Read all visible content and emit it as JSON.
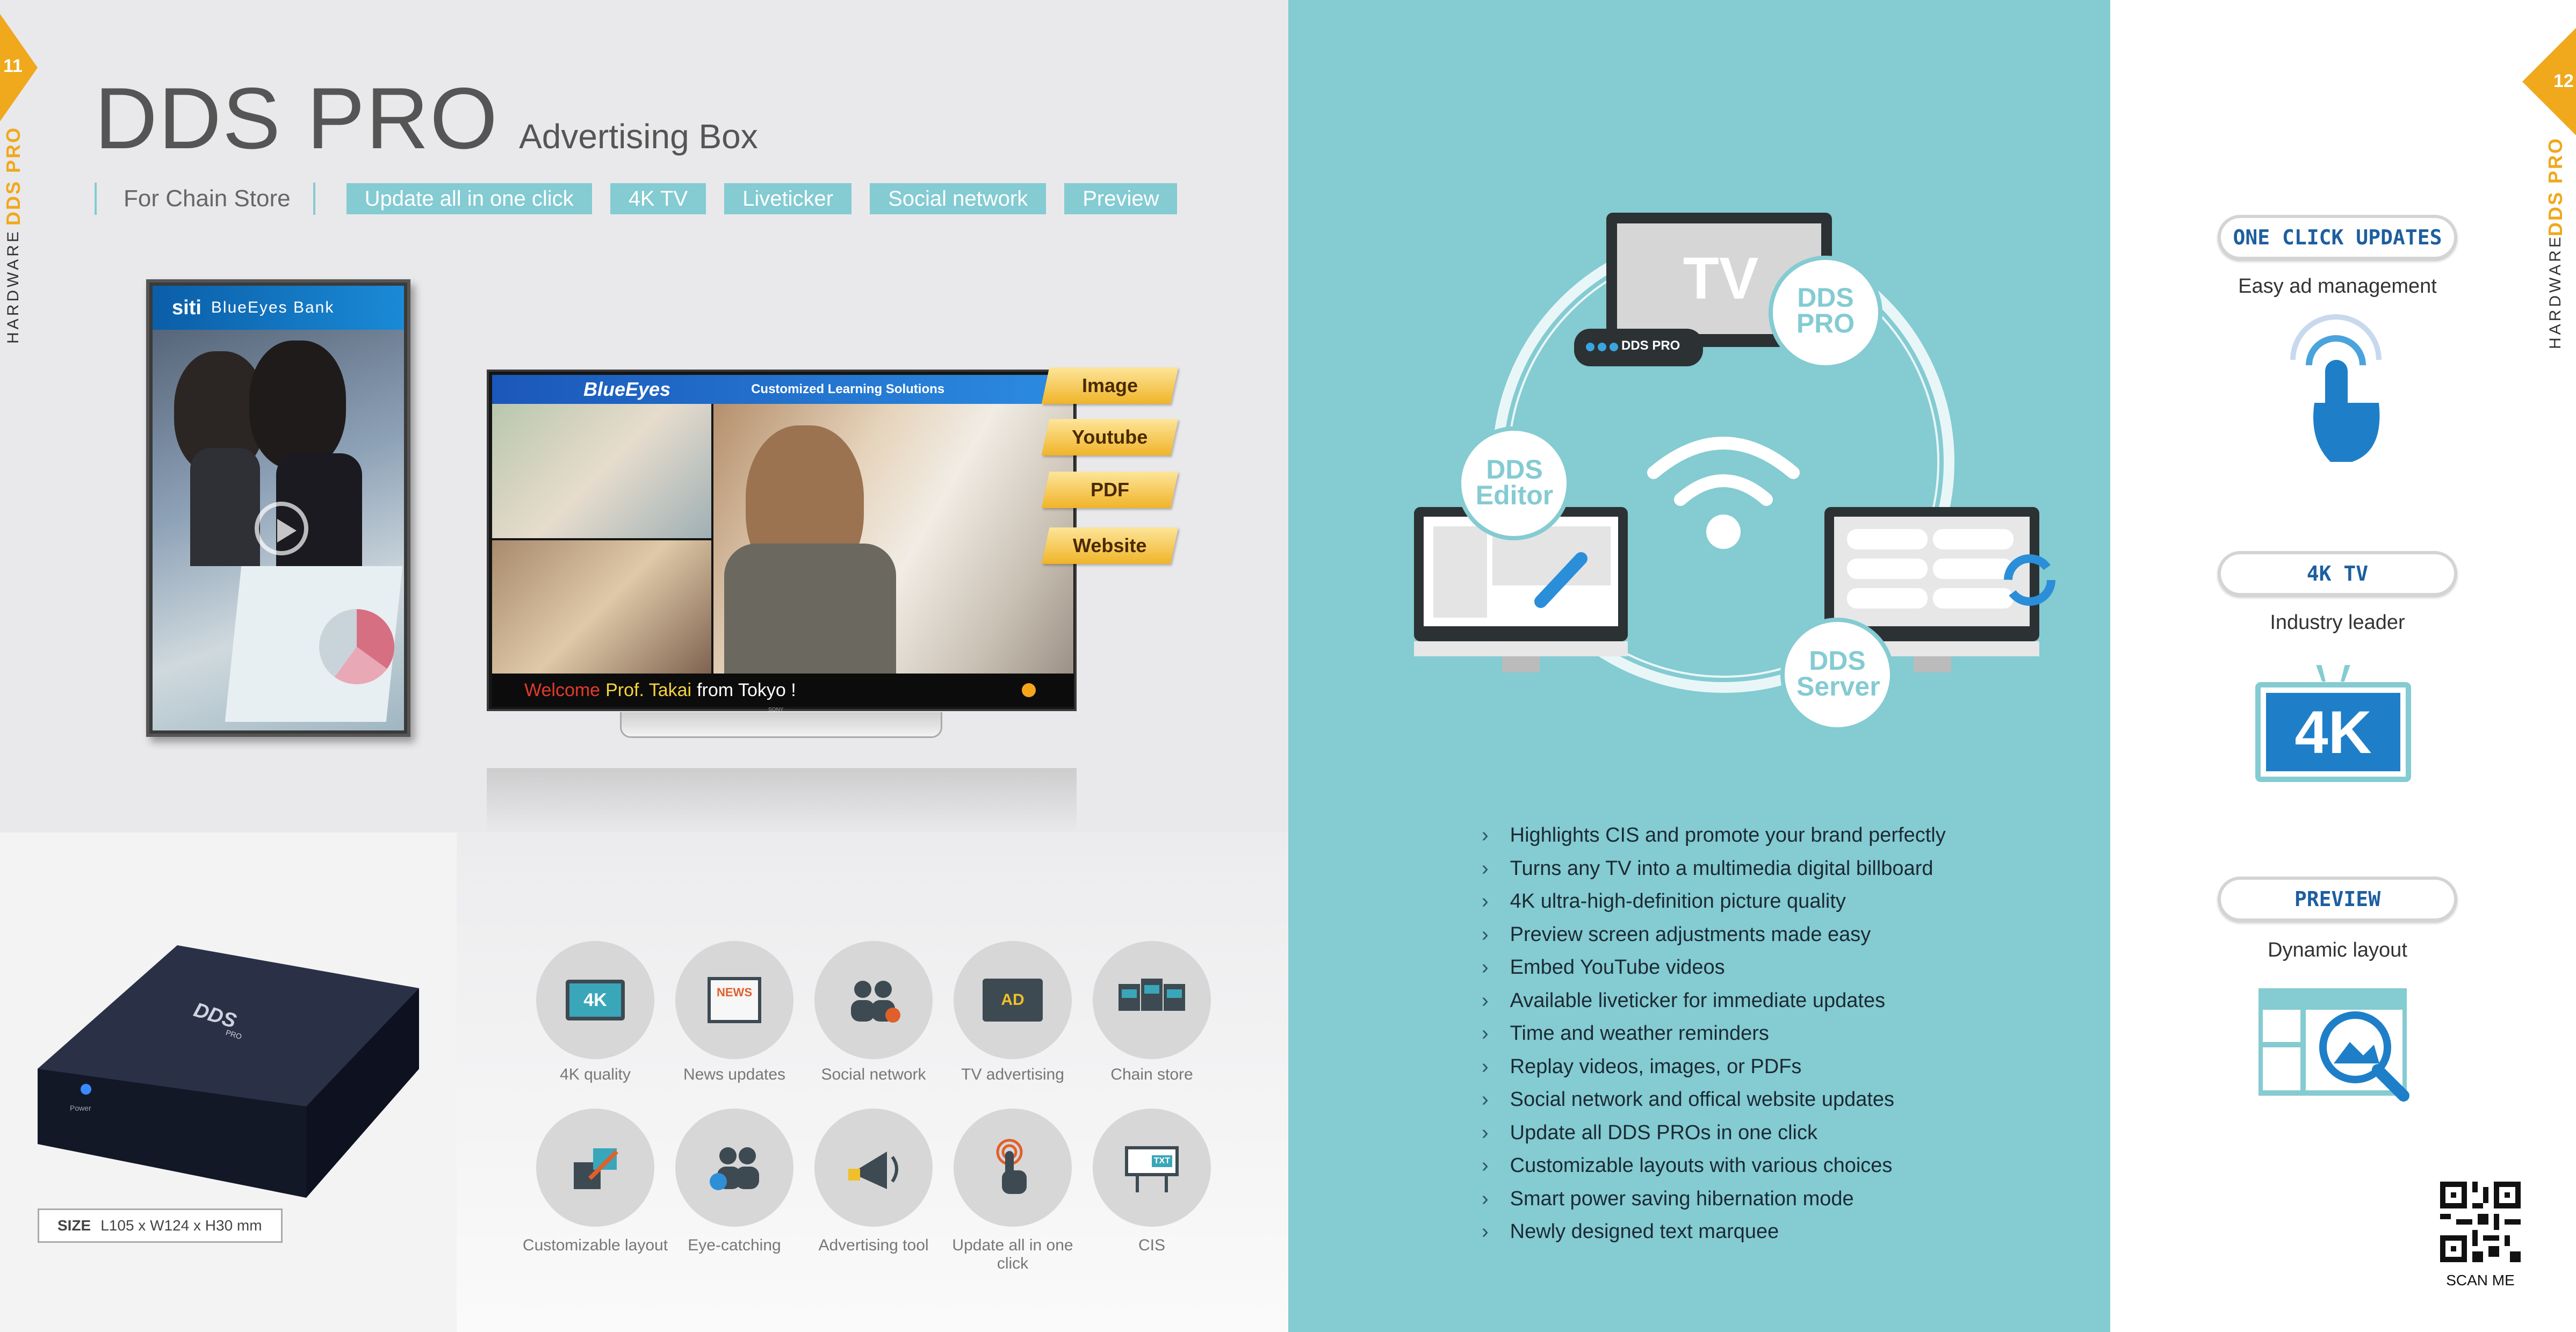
{
  "left_page": {
    "page_number": "11",
    "side_brand": "DDS PRO",
    "side_section": "HARDWARE",
    "title": "DDS PRO",
    "subtitle": "Advertising Box",
    "tagline": "For Chain Store",
    "tags": [
      "Update all in one click",
      "4K TV",
      "Liveticker",
      "Social network",
      "Preview"
    ],
    "phone_display_bank": "BlueEyes Bank",
    "phone_display_logo": "siti",
    "tv": {
      "brand": "BlueEyes",
      "header": "Customized Learning Solutions",
      "ticker_red": "Welcome",
      "ticker_yellow": "Prof. Takai",
      "ticker_white": "from Tokyo !",
      "manufacturer": "SONY",
      "ribbons": [
        "Image",
        "Youtube",
        "PDF",
        "Website"
      ]
    },
    "device": {
      "logo": "DDS",
      "sublogo": "PRO",
      "power": "Power"
    },
    "size_label": "SIZE",
    "size_value": "L105 x W124 x H30 mm",
    "icons": [
      {
        "label": "4K quality",
        "icon": "4k-tv-icon"
      },
      {
        "label": "News updates",
        "icon": "news-icon"
      },
      {
        "label": "Social network",
        "icon": "people-network-icon"
      },
      {
        "label": "TV advertising",
        "icon": "ad-tv-icon"
      },
      {
        "label": "Chain store",
        "icon": "chain-store-icon"
      },
      {
        "label": "Customizable layout",
        "icon": "puzzle-icon"
      },
      {
        "label": "Eye-catching",
        "icon": "eye-people-icon"
      },
      {
        "label": "Advertising tool",
        "icon": "megaphone-icon"
      },
      {
        "label": "Update all in one click",
        "icon": "touch-icon"
      },
      {
        "label": "CIS",
        "icon": "billboard-icon"
      }
    ],
    "icon_badges": {
      "k4": "4K",
      "news": "NEWS",
      "ad": "AD",
      "txt": "TXT"
    }
  },
  "diagram": {
    "tv_label": "TV",
    "dds_pro": "DDS PRO",
    "box_label": "DDS PRO",
    "dds_editor": "DDS Editor",
    "dds_server": "DDS Server"
  },
  "features": [
    "Highlights CIS and promote your brand perfectly",
    "Turns any TV into a multimedia digital billboard",
    "4K ultra-high-definition picture quality",
    "Preview screen adjustments made easy",
    "Embed YouTube videos",
    "Available liveticker for immediate updates",
    "Time and weather reminders",
    "Replay videos, images, or PDFs",
    "Social network and offical website updates",
    "Update all DDS PROs in one click",
    "Customizable layouts with various choices",
    "Smart power saving hibernation mode",
    "Newly designed text marquee"
  ],
  "right_page": {
    "page_number": "12",
    "side_brand": "DDS PRO",
    "side_section": "HARDWARE",
    "highlights": [
      {
        "title": "ONE CLICK UPDATES",
        "desc": "Easy ad management",
        "icon": "touch-click-icon"
      },
      {
        "title": "4K TV",
        "desc": "Industry leader",
        "icon": "4k-tv-icon"
      },
      {
        "title": "PREVIEW",
        "desc": "Dynamic layout",
        "icon": "preview-layout-icon"
      }
    ],
    "tv4k_label": "4K",
    "qr_label": "SCAN ME"
  },
  "colors": {
    "accent_teal": "#84cbd2",
    "accent_orange": "#f0a81c",
    "brand_blue": "#1d5f9f"
  }
}
